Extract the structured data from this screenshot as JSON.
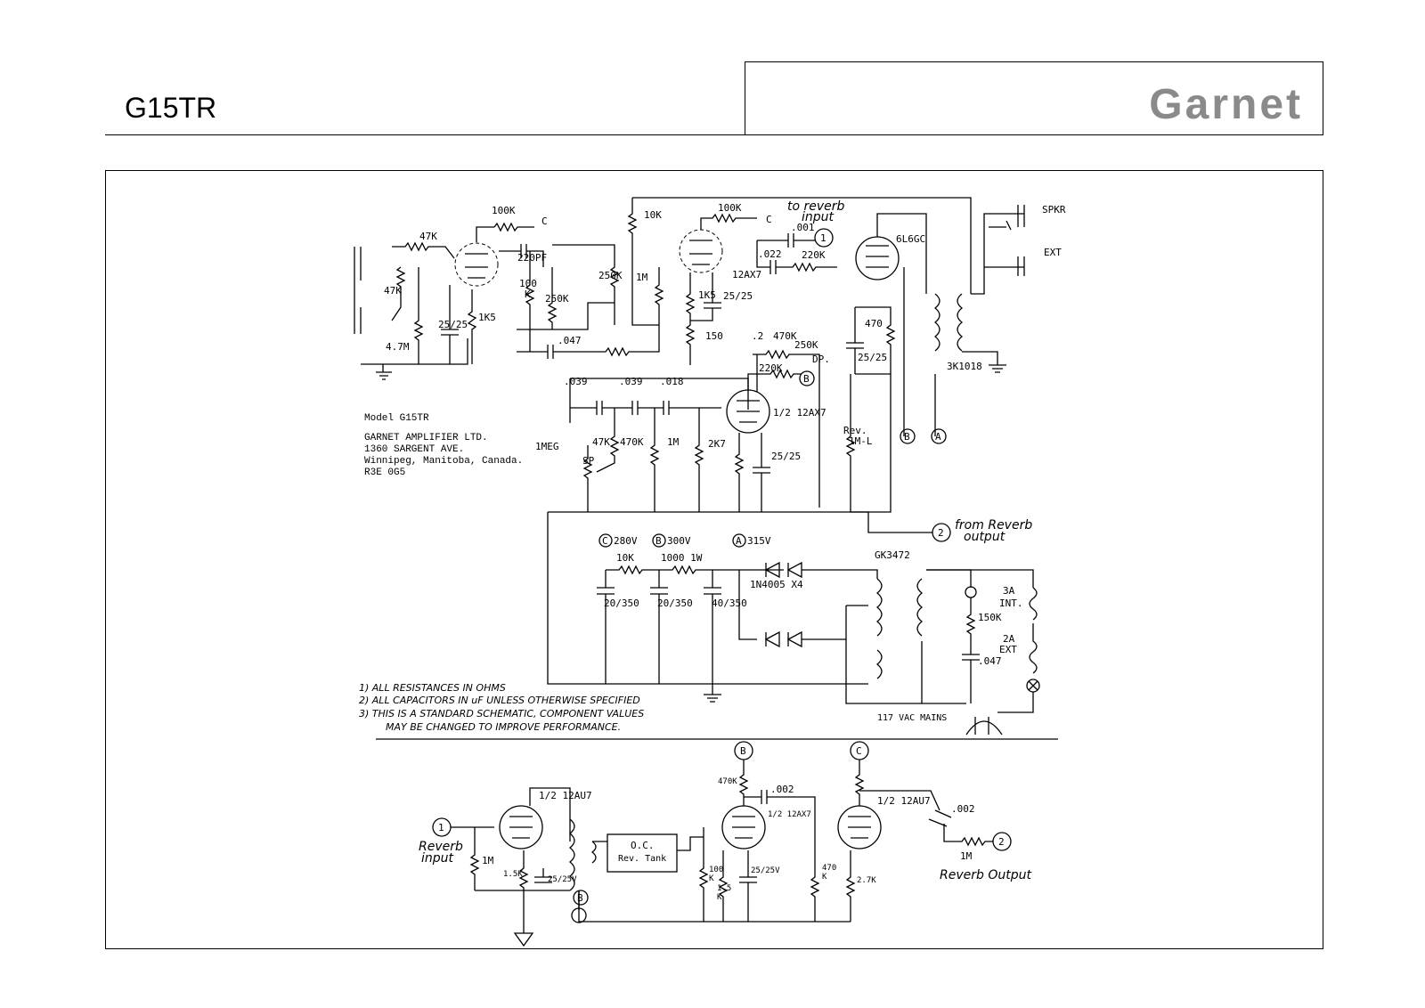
{
  "header": {
    "model": "G15TR",
    "brand": "Garnet"
  },
  "schematic": {
    "model_block": {
      "line1": "Model  G15TR",
      "line2": "GARNET AMPLIFIER LTD.",
      "line3": "1360 SARGENT AVE.",
      "line4": "Winnipeg, Manitoba, Canada.",
      "line5": "R3E 0G5"
    },
    "notes": {
      "n1": "1)  ALL RESISTANCES IN OHMS",
      "n2": "2)  ALL CAPACITORS IN uF UNLESS OTHERWISE SPECIFIED",
      "n3": "3)  THIS IS A STANDARD SCHEMATIC, COMPONENT VALUES",
      "n4": "MAY BE CHANGED TO IMPROVE PERFORMANCE."
    },
    "labels": {
      "r47k": "47K",
      "r47k2": "47K",
      "r100k_a": "100K",
      "node_c1": "C",
      "c220pf": "220PF",
      "r100k_b": "100",
      "r100k_b2": "K",
      "r250k_a": "250K",
      "r250k_b": "250K",
      "r1m_a": "1M",
      "r1k5_a": "1K5",
      "c25_25_a": "25/25",
      "r4_7m": "4.7M",
      "c047_a": ".047",
      "r10k_top": "10K",
      "r100k_c": "100K",
      "node_c2": "C",
      "to_reverb": "to reverb",
      "input_word": "input",
      "c001": ".001",
      "node_1a": "1",
      "c022": ".022",
      "r220k_a": "220K",
      "tube_12ax7": "12AX7",
      "r1k5_b": "1K5",
      "c25_25_b": "25/25",
      "r150": "150",
      "tube_6l6gc": "6L6GC",
      "r470": "470",
      "c25_25_c": "25/25",
      "xfmr_3k1018": "3K1018",
      "spkr": "SPKR",
      "ext": "EXT",
      "c2": ".2",
      "r470k_a": "470K",
      "r250k_dp": "250K",
      "dp": "DP.",
      "r220k_b": "220K",
      "node_b1": "B",
      "c039_a": ".039",
      "c039_b": ".039",
      "c018": ".018",
      "tube_half_12ax7": "1/2 12AX7",
      "rev_pot": "Rev.",
      "rev_pot2": "1M-L",
      "node_b2": "B",
      "node_a1": "A",
      "r1meg": "1MEG",
      "sp": "SP",
      "r47k3": "47K",
      "r470k_b": "470K",
      "r1m_b": "1M",
      "r2k7": "2K7",
      "c25_25_d": "25/25",
      "node_2a": "2",
      "from_reverb": "from Reverb",
      "output_word": "output",
      "v280": "280V",
      "v300": "300V",
      "v315": "315V",
      "node_c3": "C",
      "node_b3": "B",
      "node_a2": "A",
      "r10k_b": "10K",
      "r1000": "1000  1W",
      "d1n4005": "1N4005 X4",
      "c20_350_a": "20/350",
      "c20_350_b": "20/350",
      "c40_350": "40/350",
      "gk3472": "GK3472",
      "fuse3a": "3A",
      "int": "INT.",
      "r150k": "150K",
      "fuse2a": "2A",
      "ext2": "EXT",
      "c047_b": ".047",
      "vac117": "117 VAC MAINS",
      "node_b4": "B",
      "node_c4": "C",
      "r470k_c": "470K",
      "c002_a": ".002",
      "half_12au7_a": "1/2  12AU7",
      "half_12ax7_b": "1/2 12AX7",
      "half_12au7_b": "1/2  12AU7",
      "c002_b": ".002",
      "node_1b": "1",
      "reverb_input1": "Reverb",
      "reverb_input2": "input",
      "r1m_c": "1M",
      "r1_5k": "1.5K",
      "c25_25v_a": "25/25V",
      "node_b5": "B",
      "oc_tank1": "O.C.",
      "oc_tank2": "Rev. Tank",
      "r100k_d": "100",
      "r100k_d2": "K",
      "r1_5k_b": "1.5",
      "r1_5k_b2": "K",
      "c25_25v_b": "25/25V",
      "r470k_d": "470",
      "r470k_d2": "K",
      "r2_7k": "2.7K",
      "r1m_d": "1M",
      "node_2b": "2",
      "reverb_output": "Reverb  Output"
    }
  }
}
